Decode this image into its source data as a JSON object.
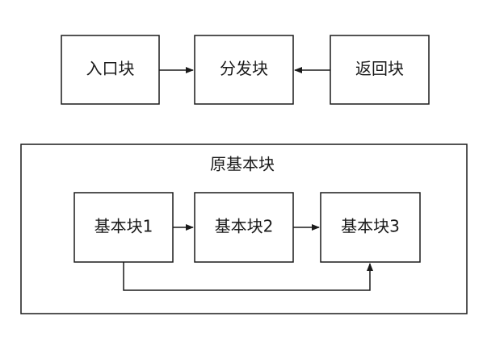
{
  "nodes": {
    "entry": {
      "label": "入口块"
    },
    "dispatch": {
      "label": "分发块"
    },
    "return": {
      "label": "返回块"
    },
    "original": {
      "label": "原基本块"
    },
    "bb1": {
      "label": "基本块1"
    },
    "bb2": {
      "label": "基本块2"
    },
    "bb3": {
      "label": "基本块3"
    }
  },
  "edges": [
    {
      "from": "entry",
      "to": "dispatch"
    },
    {
      "from": "return",
      "to": "dispatch"
    },
    {
      "from": "bb1",
      "to": "bb2"
    },
    {
      "from": "bb2",
      "to": "bb3"
    },
    {
      "from": "bb1",
      "to": "bb3"
    }
  ],
  "colors": {
    "stroke": "#1a1a1a",
    "fill": "#ffffff"
  }
}
